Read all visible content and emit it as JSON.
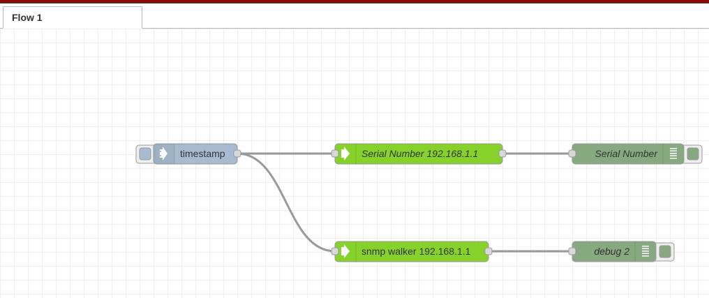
{
  "tabs": [
    {
      "label": "Flow 1",
      "active": true
    }
  ],
  "colors": {
    "inject_node": "#a6bbcf",
    "snmp_node": "#87d12b",
    "debug_node": "#87a980",
    "wire": "#999999",
    "topbar": "#8b0b0b"
  },
  "nodes": {
    "timestamp": {
      "label": "timestamp",
      "type": "inject",
      "icon": "arrow-in-icon"
    },
    "serial": {
      "label": "Serial Number 192.168.1.1",
      "type": "snmp",
      "icon": "arrow-in-icon"
    },
    "walker": {
      "label": "snmp walker 192.168.1.1",
      "type": "snmp",
      "icon": "arrow-in-icon"
    },
    "debug_serial": {
      "label": "Serial Number",
      "type": "debug",
      "icon": "list-icon"
    },
    "debug2": {
      "label": "debug 2",
      "type": "debug",
      "icon": "list-icon"
    }
  }
}
